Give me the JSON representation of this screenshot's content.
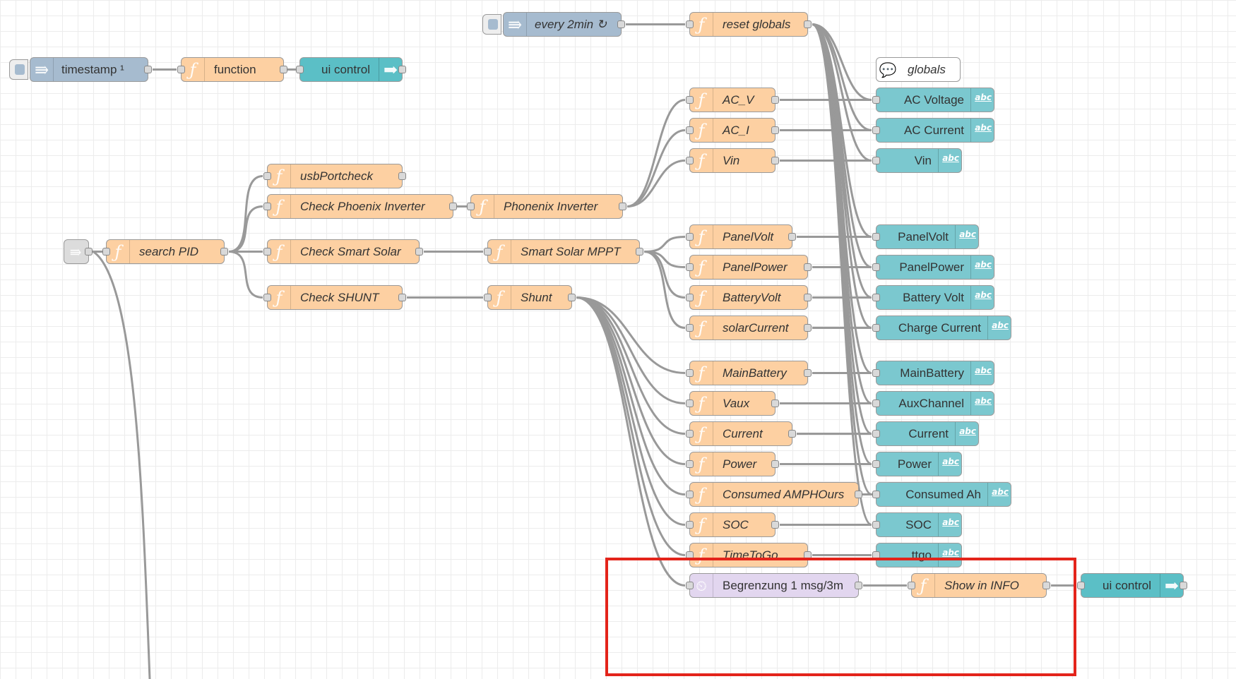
{
  "flow": {
    "inject_nodes": {
      "timestamp": "timestamp ¹",
      "every2min": "every 2min ↻"
    },
    "function_nodes": {
      "function": "function",
      "reset_globals": "reset globals",
      "ac_v": "AC_V",
      "ac_i": "AC_I",
      "vin": "Vin",
      "usb_portcheck": "usbPortcheck",
      "check_phoenix": "Check Phoenix Inverter",
      "phoenix_inverter": "Phonenix Inverter",
      "search_pid": "search PID",
      "check_smart_solar": "Check Smart Solar",
      "smart_solar_mppt": "Smart Solar MPPT",
      "check_shunt": "Check SHUNT",
      "shunt": "Shunt",
      "panel_volt": "PanelVolt",
      "panel_power": "PanelPower",
      "battery_volt": "BatteryVolt",
      "solar_current": "solarCurrent",
      "main_battery": "MainBattery",
      "vaux": "Vaux",
      "current": "Current",
      "power": "Power",
      "consumed": "Consumed AMPHOurs",
      "soc": "SOC",
      "time_to_go": "TimeToGo",
      "show_in_info": "Show in INFO"
    },
    "ui_control": {
      "top": "ui control",
      "bottom": "ui control"
    },
    "comment": "globals",
    "delay": "Begrenzung 1 msg/3m",
    "text_nodes": {
      "ac_voltage": "AC Voltage",
      "ac_current": "AC Current",
      "vin": "Vin",
      "panel_volt": "PanelVolt",
      "panel_power": "PanelPower",
      "battery_volt": "Battery Volt",
      "charge_current": "Charge Current",
      "main_battery": "MainBattery",
      "aux_channel": "AuxChannel",
      "current": "Current",
      "power": "Power",
      "consumed_ah": "Consumed Ah",
      "soc": "SOC",
      "ttgo": "ttgo"
    },
    "badge_text": "abc",
    "icons": {
      "function": "function-f-icon",
      "inject": "inject-arrow-icon",
      "text": "abc-text-icon",
      "ui_control": "ui-control-arrow-icon",
      "comment": "comment-bubble-icon",
      "delay": "timer-icon",
      "link": "link-in-icon"
    },
    "colors": {
      "function": "#fdd0a2",
      "inject": "#a6bbcf",
      "ui_text": "#7bc8cf",
      "ui_control": "#5bbfc6",
      "delay": "#e2d6ef",
      "highlight": "#e3241b",
      "wire": "#999999"
    }
  }
}
